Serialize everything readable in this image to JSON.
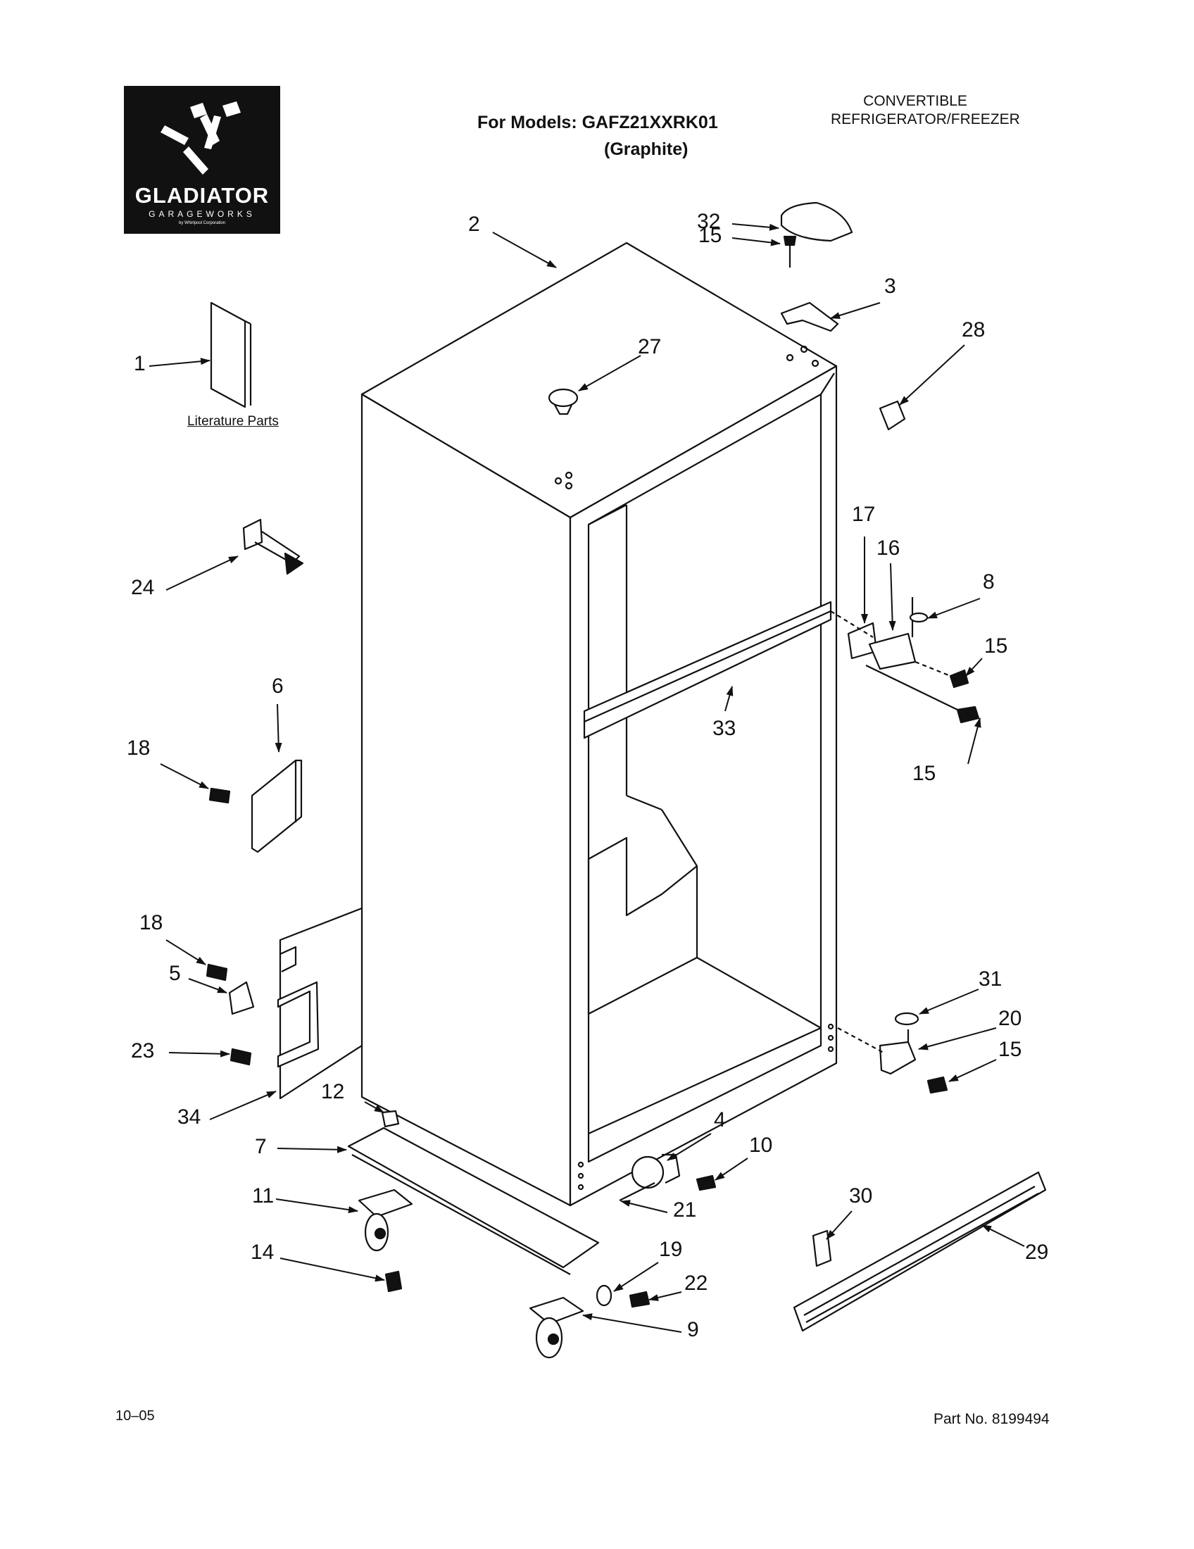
{
  "header": {
    "brand": "GLADIATOR",
    "brand_sub": "GARAGEWORKS",
    "brand_maker": "by Whirlpool Corporation",
    "models_label": "For Models: GAFZ21XXRK01",
    "variant": "(Graphite)",
    "product_type_line1": "CONVERTIBLE",
    "product_type_line2": "REFRIGERATOR/FREEZER"
  },
  "literature_label": "Literature Parts",
  "callouts": [
    {
      "id": "c2",
      "text": "2"
    },
    {
      "id": "c32",
      "text": "32"
    },
    {
      "id": "c15a",
      "text": "15"
    },
    {
      "id": "c3",
      "text": "3"
    },
    {
      "id": "c1",
      "text": "1"
    },
    {
      "id": "c27",
      "text": "27"
    },
    {
      "id": "c28",
      "text": "28"
    },
    {
      "id": "c17",
      "text": "17"
    },
    {
      "id": "c16",
      "text": "16"
    },
    {
      "id": "c8",
      "text": "8"
    },
    {
      "id": "c24",
      "text": "24"
    },
    {
      "id": "c15b",
      "text": "15"
    },
    {
      "id": "c6",
      "text": "6"
    },
    {
      "id": "c33",
      "text": "33"
    },
    {
      "id": "c18a",
      "text": "18"
    },
    {
      "id": "c15c",
      "text": "15"
    },
    {
      "id": "c18b",
      "text": "18"
    },
    {
      "id": "c5",
      "text": "5"
    },
    {
      "id": "c31",
      "text": "31"
    },
    {
      "id": "c20",
      "text": "20"
    },
    {
      "id": "c23",
      "text": "23"
    },
    {
      "id": "c15d",
      "text": "15"
    },
    {
      "id": "c34",
      "text": "34"
    },
    {
      "id": "c12",
      "text": "12"
    },
    {
      "id": "c7",
      "text": "7"
    },
    {
      "id": "c4",
      "text": "4"
    },
    {
      "id": "c10",
      "text": "10"
    },
    {
      "id": "c11",
      "text": "11"
    },
    {
      "id": "c21",
      "text": "21"
    },
    {
      "id": "c30",
      "text": "30"
    },
    {
      "id": "c14",
      "text": "14"
    },
    {
      "id": "c19",
      "text": "19"
    },
    {
      "id": "c29",
      "text": "29"
    },
    {
      "id": "c22",
      "text": "22"
    },
    {
      "id": "c9",
      "text": "9"
    }
  ],
  "footer": {
    "date_code": "10–05",
    "part_number": "Part No. 8199494"
  }
}
